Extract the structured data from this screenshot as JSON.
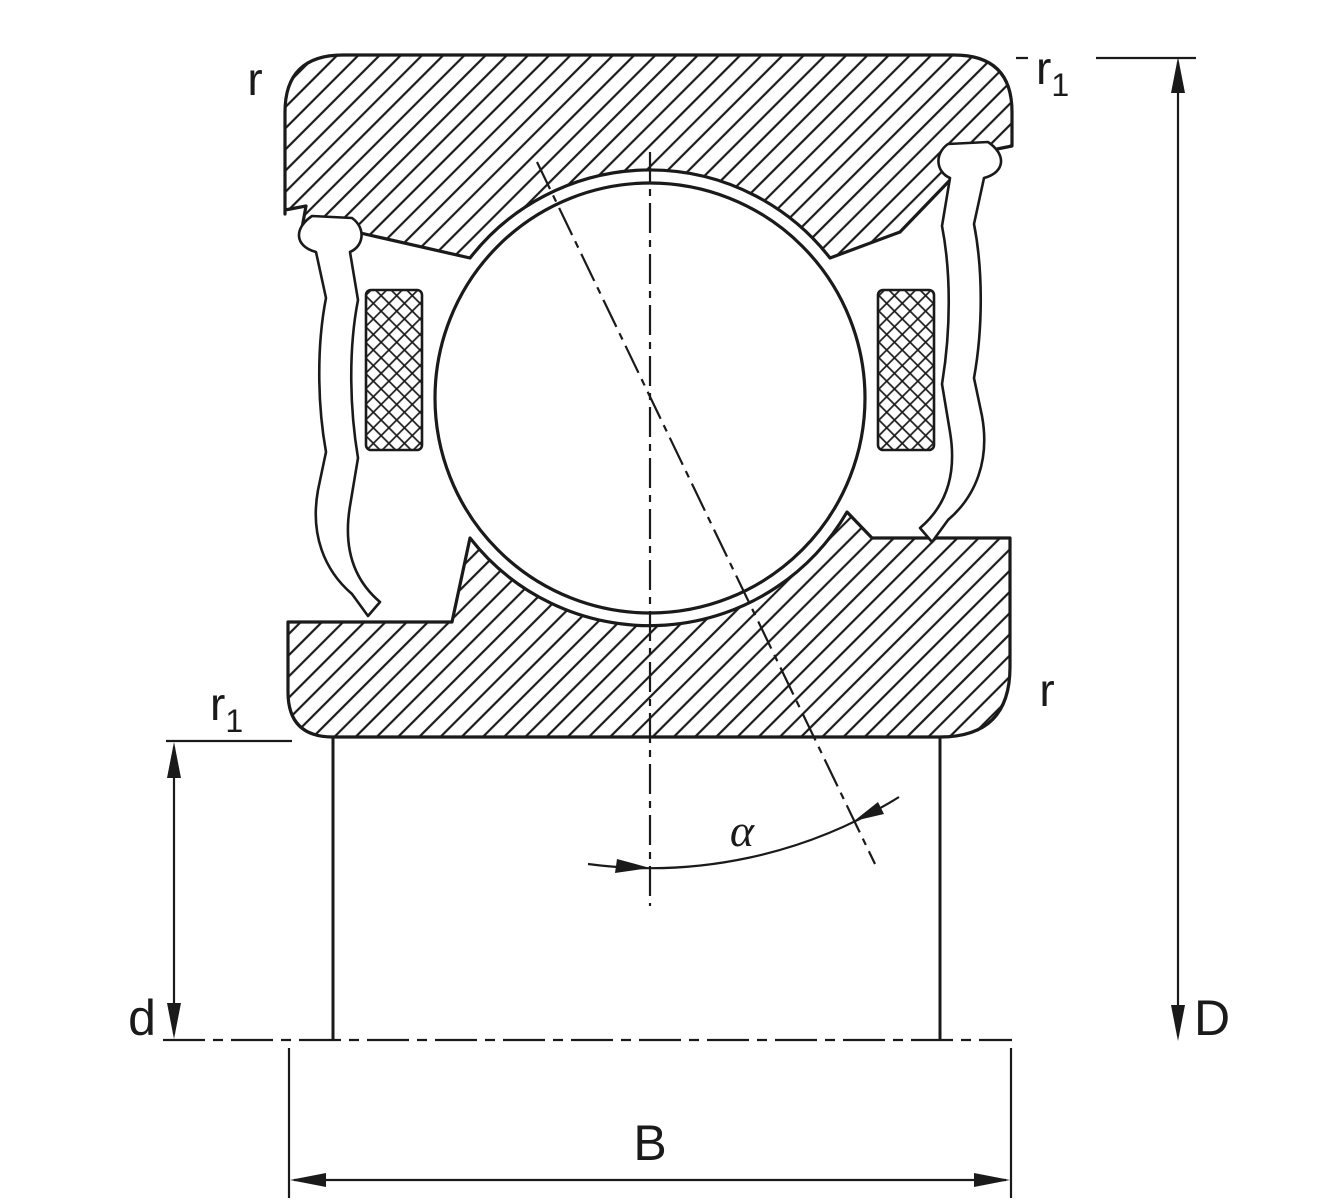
{
  "labels": {
    "r_top_left": "r",
    "r1_top_right_base": "r",
    "r1_top_right_sub": "1",
    "r1_bottom_left_base": "r",
    "r1_bottom_left_sub": "1",
    "r_bottom_right": "r",
    "bore_diameter": "d",
    "outside_diameter": "D",
    "width": "B",
    "contact_angle": "α"
  },
  "colors": {
    "line": "#1a1a1a",
    "background": "#ffffff"
  }
}
